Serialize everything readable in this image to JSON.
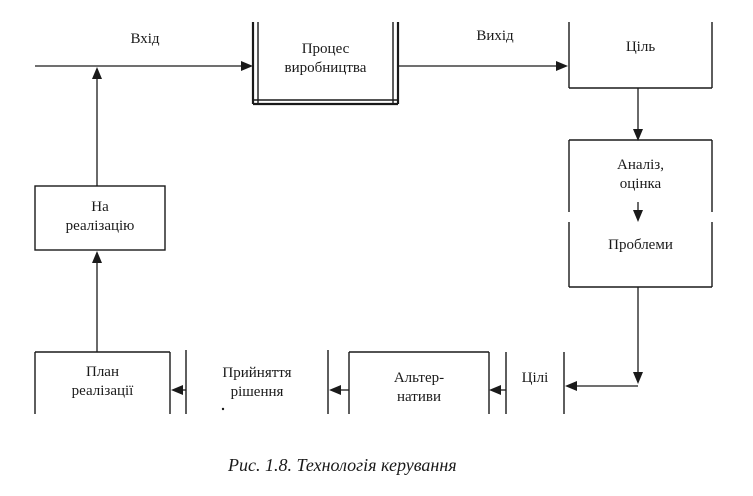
{
  "diagram": {
    "nodes": {
      "process": {
        "line1": "Процес",
        "line2": "виробництва"
      },
      "goal": {
        "line1": "Ціль"
      },
      "analysis": {
        "line1": "Аналіз,",
        "line2": "оцінка"
      },
      "problems": {
        "line1": "Проблеми"
      },
      "goals": {
        "line1": "Цілі"
      },
      "alternatives": {
        "line1": "Альтер-",
        "line2": "нативи"
      },
      "decision": {
        "line1": "Прийняття",
        "line2": "рішення"
      },
      "plan": {
        "line1": "План",
        "line2": "реалізації"
      },
      "implementation": {
        "line1": "На",
        "line2": "реалізацію"
      }
    },
    "edge_labels": {
      "input": "Вхід",
      "output": "Вихід"
    }
  },
  "caption": "Рис. 1.8. Технологія керування"
}
